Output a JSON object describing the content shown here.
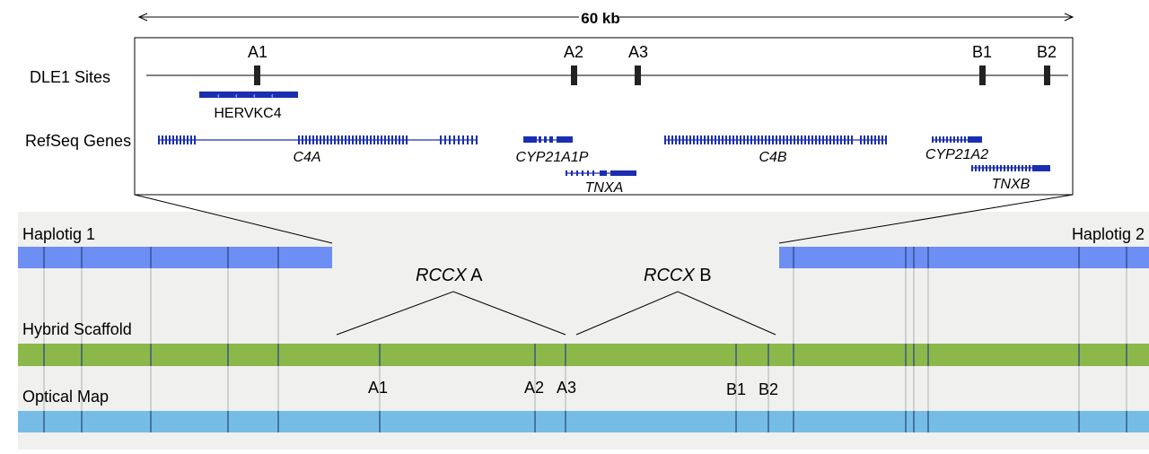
{
  "colors": {
    "gene_blue": "#1a2fb0",
    "haplotig": "#6d8ef2",
    "hybrid": "#8cb84a",
    "optical": "#75bde6",
    "panel_bg": "#f0f0ef",
    "tick": "#2c4a8a",
    "line": "#000000"
  },
  "scale": {
    "label": "60 kb"
  },
  "inset": {
    "dle1_label": "DLE1 Sites",
    "refseq_label": "RefSeq Genes",
    "dle1_sites": [
      "A1",
      "A2",
      "A3",
      "B1",
      "B2"
    ],
    "genes": {
      "hervkc4": "HERVKC4",
      "c4a": "C4A",
      "cyp21a1p": "CYP21A1P",
      "tnxa": "TNXA",
      "c4b": "C4B",
      "cyp21a2": "CYP21A2",
      "tnxb": "TNXB"
    }
  },
  "rows": {
    "haplotig1": "Haplotig 1",
    "haplotig2": "Haplotig 2",
    "rccx_a_italic": "RCCX",
    "rccx_a_suffix": " A",
    "rccx_b_italic": "RCCX",
    "rccx_b_suffix": " B",
    "hybrid": "Hybrid Scaffold",
    "optical": "Optical Map"
  },
  "scaffold_sites": [
    "A1",
    "A2",
    "A3",
    "B1",
    "B2"
  ]
}
